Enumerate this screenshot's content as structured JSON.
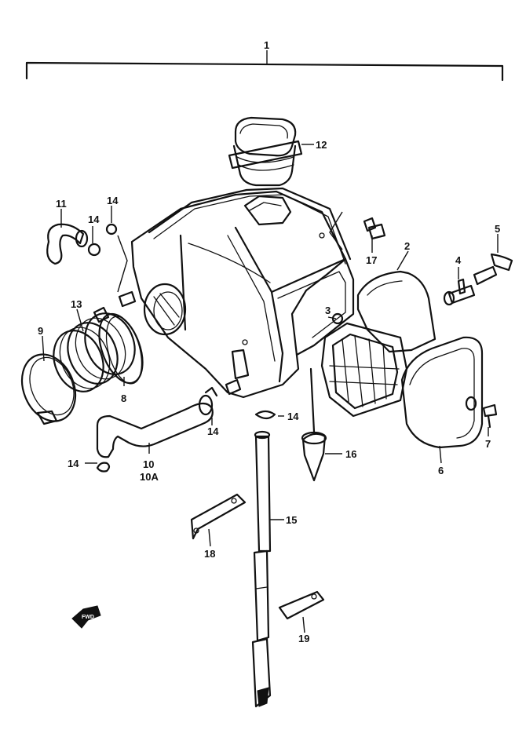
{
  "callouts": {
    "c1": "1",
    "c2": "2",
    "c3": "3",
    "c4": "4",
    "c5": "5",
    "c6": "6",
    "c7": "7",
    "c8": "8",
    "c9": "9",
    "c10": "10",
    "c10a": "10A",
    "c11": "11",
    "c12": "12",
    "c13": "13",
    "c14a": "14",
    "c14b": "14",
    "c14c": "14",
    "c14d": "14",
    "c14e": "14",
    "c15": "15",
    "c16": "16",
    "c17": "17",
    "c18": "18",
    "c19": "19"
  },
  "front_arrow": {
    "label": "FWD"
  }
}
